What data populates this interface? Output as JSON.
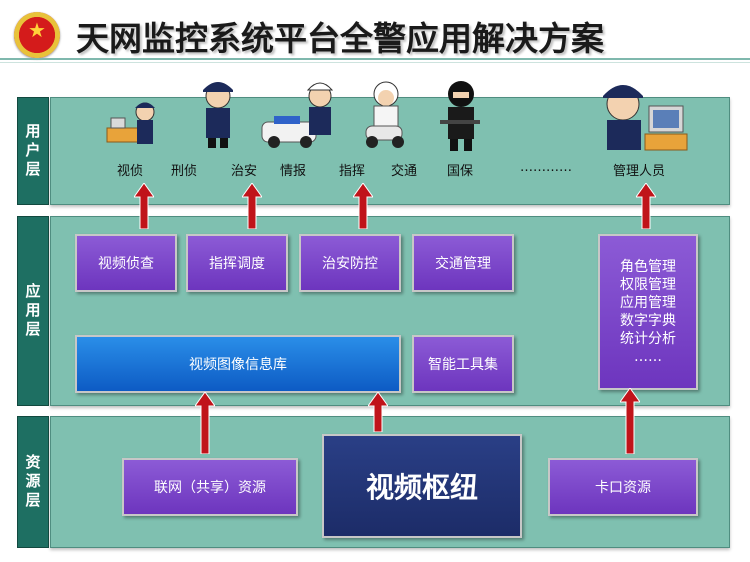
{
  "header": {
    "title": "天网监控系统平台全警应用解决方案"
  },
  "layers": {
    "user": {
      "label": "用户层",
      "users": [
        "视侦",
        "刑侦",
        "治安",
        "情报",
        "指挥",
        "交通",
        "国保",
        "…………",
        "管理人员"
      ]
    },
    "application": {
      "label": "应用层",
      "modules": [
        "视频侦查",
        "指挥调度",
        "治安防控",
        "交通管理"
      ],
      "database": "视频图像信息库",
      "toolset": "智能工具集",
      "management": [
        "角色管理",
        "权限管理",
        "应用管理",
        "数字字典",
        "统计分析",
        "……"
      ]
    },
    "resource": {
      "label": "资源层",
      "network": "联网（共享）资源",
      "hub": "视频枢纽",
      "checkpoint": "卡口资源"
    }
  },
  "colors": {
    "layer": "#7fc0b0",
    "tab": "#1e6f62",
    "purple": "#7a45c8",
    "blue": "#1a72d6",
    "hub": "#233575",
    "arrow": "#c0141a"
  }
}
